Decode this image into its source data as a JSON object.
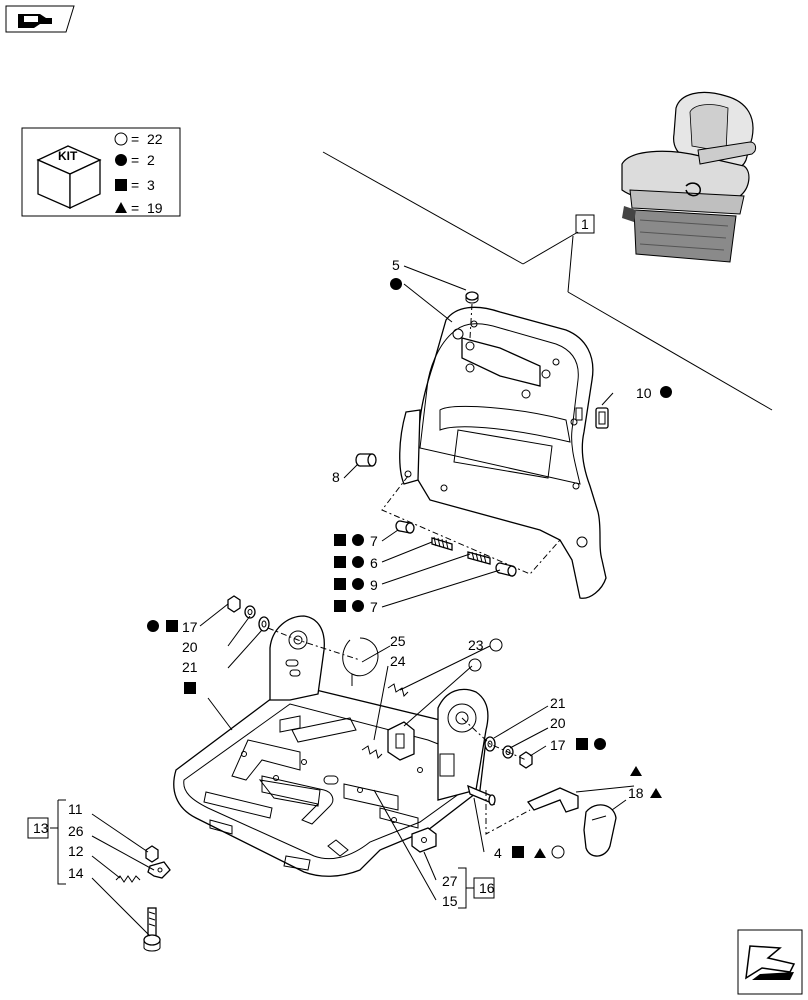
{
  "kit_legend": {
    "label": "KIT",
    "rows": [
      {
        "symbol": "circle-open",
        "sep": "=",
        "value": "22"
      },
      {
        "symbol": "circle-filled",
        "sep": "=",
        "value": "2"
      },
      {
        "symbol": "square-filled",
        "sep": "=",
        "value": "3"
      },
      {
        "symbol": "triangle-filled",
        "sep": "=",
        "value": "19"
      }
    ]
  },
  "callouts": {
    "c1": "1",
    "c5": "5",
    "c10": "10",
    "c8": "8",
    "c7a": "7",
    "c6": "6",
    "c9": "9",
    "c7b": "7",
    "c17a": "17",
    "c20a": "20",
    "c21a": "21",
    "c25": "25",
    "c24": "24",
    "c23": "23",
    "c21b": "21",
    "c20b": "20",
    "c17b": "17",
    "c18": "18",
    "c4": "4",
    "c11": "11",
    "c26": "26",
    "c12": "12",
    "c14": "14",
    "c13": "13",
    "c27": "27",
    "c15": "15",
    "c16": "16"
  },
  "icons": {
    "header": "book-hand-icon",
    "footer": "next-page-arrow-icon"
  }
}
